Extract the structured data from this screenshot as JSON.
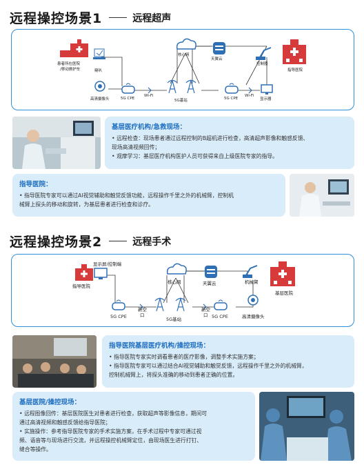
{
  "section1": {
    "title": "远程操控场景1",
    "subtitle": "远程超声",
    "diagram": {
      "patient_hospital": "患者所在医院",
      "ambulance": "/移动救护车",
      "mic": "喇叭",
      "camera": "高清摄像头",
      "cpe_left": "5G CPE",
      "wifi_left": "Wi-Fi",
      "base_left": "5G基站",
      "core": "核心网",
      "cloud": "天翼云",
      "controller": "控制器",
      "guide_hospital": "指导医院",
      "cpe_right": "5G CPE",
      "wifi_right": "Wi-Fi",
      "display": "显示器"
    },
    "panel_a": {
      "heading": "基层医疗机构/急救现场：",
      "items": [
        "• 远程检查：现场患者通过远程控制的B超机进行检查，高清超声影像和触感反馈、",
        "  现场高清视频回传；",
        "• 观摩学习：基层医疗机构医护人员可获得来自上级医院专家的指导。"
      ]
    },
    "panel_b": {
      "heading": "指导医院：",
      "items": [
        "• 指导医院专家可以通过AI视觉辅助和触觉反馈功能，远程操作千里之外的机械臂，控制机",
        "  械臂上探头的移动和旋转，为基层患者进行检查和诊疗。"
      ]
    }
  },
  "section2": {
    "title": "远程操控场景2",
    "subtitle": "远程手术",
    "diagram": {
      "screen_label": "显示屏/控制端",
      "guide_hospital": "指导医院",
      "core": "核心网",
      "cloud": "天翼云",
      "arm": "机械臂",
      "base_hospital": "基层医院",
      "cpe_left": "5G CPE",
      "router_left": "新空",
      "router_left2": "口",
      "base": "5G基站",
      "router_right": "新空",
      "router_right2": "口",
      "cpe_right": "5G CPE",
      "camera": "高清摄像头"
    },
    "panel_a": {
      "heading": "指导医院基层医疗机构/操控现场：",
      "items": [
        "• 指导医院专家实时调看患者的医疗影像，调整手术实施方案；",
        "• 指导医院专家可以通过结合AI视觉辅助和触觉反馈，远程操作千里之外的机械臂，",
        "  控制机械臂上，将探头准确的移动到患者正确的位置。"
      ]
    },
    "panel_b": {
      "heading": "基层医院/操控现场：",
      "items": [
        "• 远程图像回传：基层医院医生对患者进行检查，获取超声等影像信息，期间可",
        "  通过高清视频和触感反馈给指导医院；",
        "• 实施操作：参考指导医院专家的手术实施方案，在手术过程中专家可通过视",
        "  频、语音等与现场进行交流，并远程操控机械臂定位，由现场医生进行打钉、",
        "  缝合等操作。"
      ]
    }
  }
}
